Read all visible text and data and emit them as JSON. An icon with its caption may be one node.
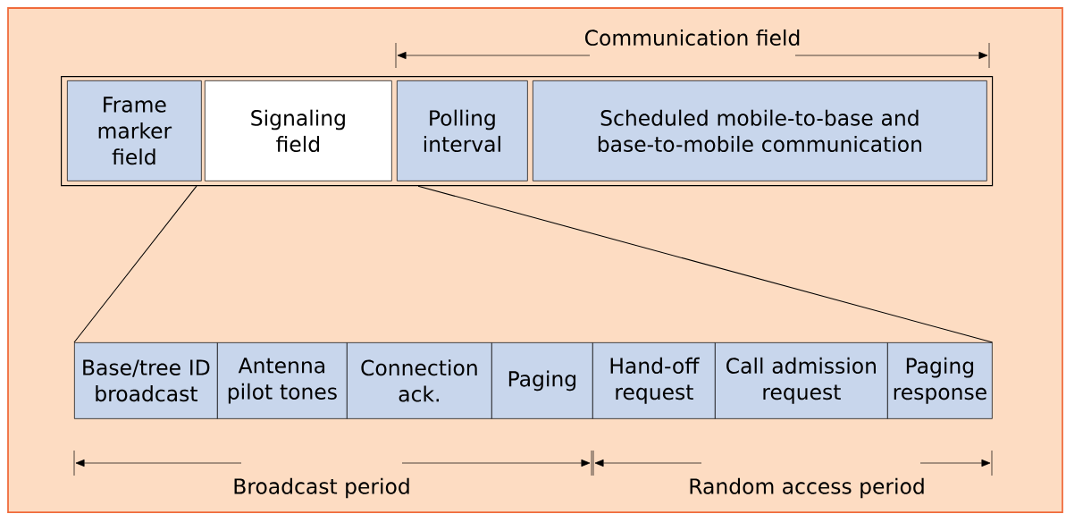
{
  "diagram": {
    "nodes": [
      {
        "text": [],
        "shape": "box"
      },
      {
        "text": [
          "Frame marker field"
        ],
        "in": 0
      },
      {
        "text": [
          "Signaling field"
        ],
        "in": 0
      },
      {
        "text": [
          "Polling interval"
        ],
        "in": 0
      },
      {
        "text": [
          "Scheduled mobile-to-base and base-to-mobile communication"
        ],
        "in": 0
      },
      {
        "text": [
          "Base/tree ID broadcast"
        ]
      },
      {
        "text": [
          "Antenna pilot tones"
        ]
      },
      {
        "text": [
          "Connection ack."
        ]
      },
      {
        "text": [
          "Paging"
        ]
      },
      {
        "text": [
          "Hand-off request"
        ]
      },
      {
        "text": [
          "Call admission request"
        ]
      },
      {
        "text": [
          "Paging response"
        ]
      }
    ],
    "edges": [
      {
        "from": 0,
        "to": 5,
        "arrow": "none"
      },
      {
        "from": 0,
        "to": 11,
        "arrow": "none"
      }
    ],
    "labels": [
      "Communication field",
      "Broadcast period",
      "Random access period"
    ]
  }
}
